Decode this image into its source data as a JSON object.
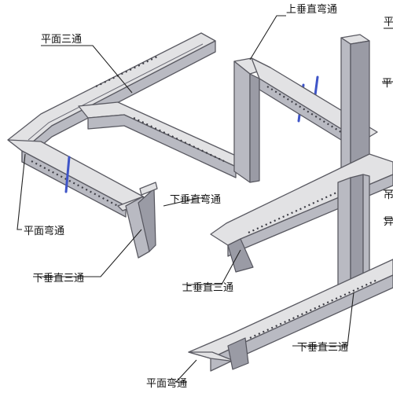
{
  "labels": {
    "flat_tee_top": "平面三通",
    "upper_vertical_bend": "上垂直弯通",
    "edge_partial_1": "平",
    "edge_partial_2": "平",
    "lower_vertical_bend": "下垂直弯通",
    "flat_bend_left": "平面弯通",
    "lower_vertical_tee_left": "下垂直三通",
    "upper_vertical_tee": "上垂直三通",
    "hanger_partial": "吊",
    "reducer_partial": "异",
    "lower_vertical_tee_right": "下垂直三通",
    "flat_bend_bottom": "平面弯通"
  }
}
